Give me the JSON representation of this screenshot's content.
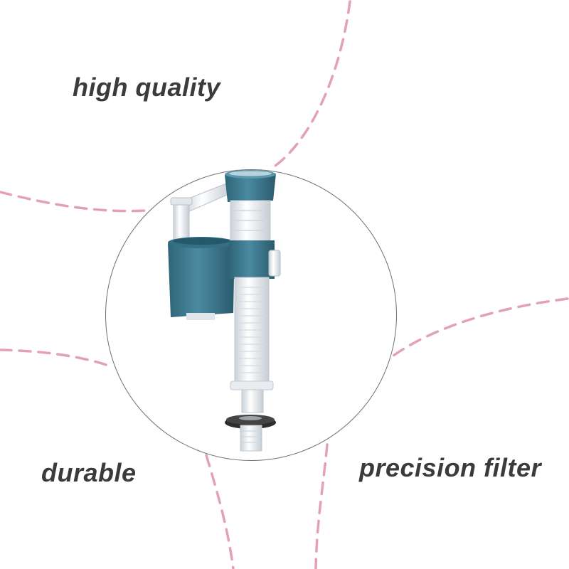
{
  "labels": {
    "top_left": "high quality",
    "bottom_left": "durable",
    "bottom_right": "precision filter"
  },
  "colors": {
    "background": "#ffffff",
    "dashed_line": "#e3a1b5",
    "caption_text": "#3b3b3b",
    "circle_border": "#6f6f6f",
    "valve_blue": "#3e7a90",
    "valve_white": "#eef1f4",
    "gasket": "#333333"
  },
  "image": {
    "subject": "toilet cistern fill valve"
  }
}
